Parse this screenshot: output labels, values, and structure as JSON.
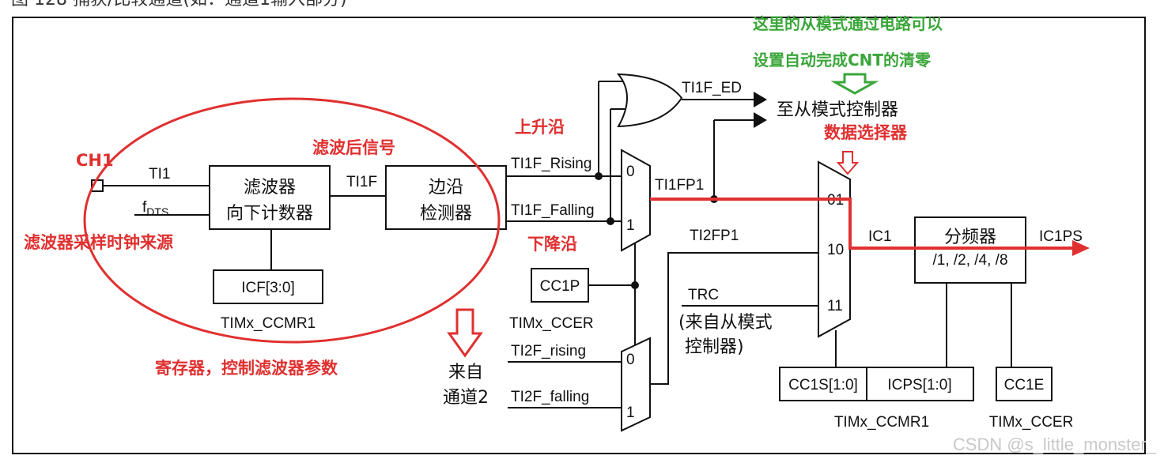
{
  "header": {
    "caption": "图 128 捕获/比较通道(如：通道1输入部分)"
  },
  "inputs": {
    "ch1": "CH1",
    "ti1": "TI1",
    "fdts_main": "f",
    "fdts_sub": "DTS"
  },
  "blocks": {
    "filter_line1": "滤波器",
    "filter_line2": "向下计数器",
    "icf": "ICF[3:0]",
    "ccmr1_left": "TIMx_CCMR1",
    "ti1f": "TI1F",
    "edge_line1": "边沿",
    "edge_line2": "检测器",
    "cc1p": "CC1P",
    "ccer_mid": "TIMx_CCER",
    "prescaler_title": "分频器",
    "prescaler_ratios": "/1, /2, /4, /8",
    "cc1s": "CC1S[1:0]",
    "icps": "ICPS[1:0]",
    "cc1e": "CC1E",
    "ccmr1_right": "TIMx_CCMR1",
    "ccer_right": "TIMx_CCER"
  },
  "signals": {
    "ti1f_rising": "TI1F_Rising",
    "ti1f_falling": "TI1F_Falling",
    "ti1f_ed": "TI1F_ED",
    "ti1fp1": "TI1FP1",
    "ti2fp1": "TI2FP1",
    "trc": "TRC",
    "trc_src_line1": "(来自从模式",
    "trc_src_line2": "控制器)",
    "ti2f_rising": "TI2F_rising",
    "ti2f_falling": "TI2F_falling",
    "from_ch2_line1": "来自",
    "from_ch2_line2": "通道2",
    "to_slave": "至从模式控制器",
    "ic1": "IC1",
    "ic1ps": "IC1PS"
  },
  "mux": {
    "mux1_in0": "0",
    "mux1_in1": "1",
    "mux2_in0": "0",
    "mux2_in1": "1",
    "sel_01": "01",
    "sel_10": "10",
    "sel_11": "11"
  },
  "annotations": {
    "rising": "上升沿",
    "falling": "下降沿",
    "filtered": "滤波后信号",
    "clock_source": "滤波器采样时钟来源",
    "register_note": "寄存器，控制滤波器参数",
    "data_selector": "数据选择器",
    "green_line1": "这里的从模式通过电路可以",
    "green_line2": "设置自动完成CNT的清零"
  },
  "watermark": "CSDN @s_little_monster_",
  "colors": {
    "annotation_red": "#e03030",
    "annotation_green": "#3aa63a",
    "line": "#111111"
  }
}
